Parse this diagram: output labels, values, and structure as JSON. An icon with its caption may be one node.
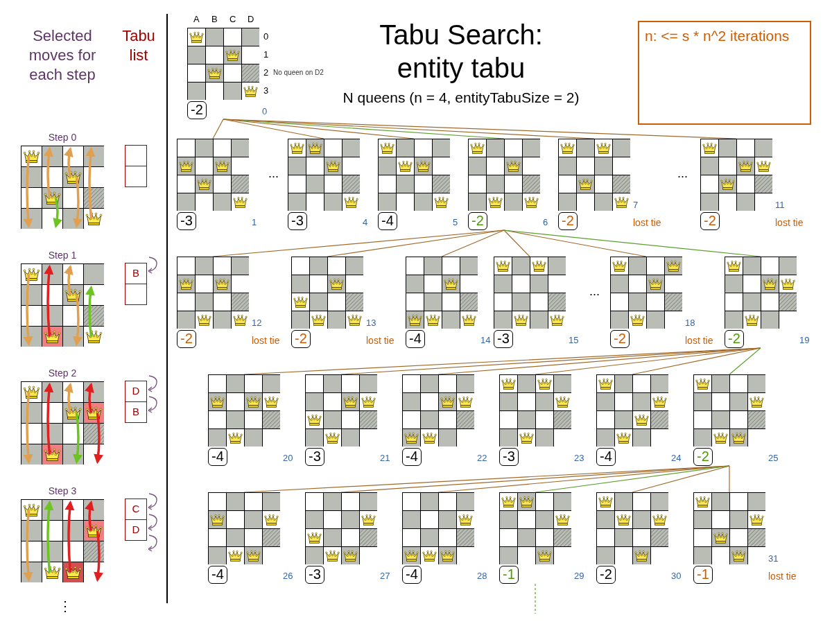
{
  "diagram": {
    "title": "Tabu Search: entity tabu",
    "caption": "N queens (n = 4, entityTabuSize = 2)",
    "nodes": [
      {
        "text": [
          "Step 0"
        ]
      },
      {
        "text": [],
        "shape": "box"
      },
      {
        "text": [],
        "shape": "box"
      },
      {
        "text": [
          "Step 1"
        ]
      },
      {
        "text": [
          "B"
        ]
      },
      {
        "text": [],
        "shape": "box"
      },
      {
        "text": [
          "Step 2"
        ]
      },
      {
        "text": [
          "D"
        ]
      },
      {
        "text": [
          "B"
        ]
      },
      {
        "text": [
          "Step 3"
        ]
      },
      {
        "text": [
          "C"
        ]
      },
      {
        "text": [
          "D"
        ]
      },
      {
        "text": [
          "-2"
        ],
        "beside": [
          "0"
        ]
      },
      {
        "text": [
          "n: <= s * n^2 iterations"
        ]
      },
      {
        "text": [
          "-3"
        ],
        "beside": [
          "1"
        ]
      },
      {
        "text": [
          "-3"
        ],
        "beside": [
          "4"
        ]
      },
      {
        "text": [
          "-4"
        ],
        "beside": [
          "5"
        ]
      },
      {
        "text": [
          "-2"
        ],
        "beside": [
          "6"
        ]
      },
      {
        "text": [
          "-2"
        ],
        "beside": [
          "lost tie",
          "7"
        ]
      },
      {
        "text": [
          "-2"
        ],
        "beside": [
          "lost tie",
          "11"
        ]
      },
      {
        "text": [
          "-2"
        ],
        "beside": [
          "lost tie",
          "12"
        ]
      },
      {
        "text": [
          "-2"
        ],
        "beside": [
          "lost tie",
          "13"
        ]
      },
      {
        "text": [
          "-4"
        ],
        "beside": [
          "14"
        ]
      },
      {
        "text": [
          "-3"
        ],
        "beside": [
          "15"
        ]
      },
      {
        "text": [
          "-2"
        ],
        "beside": [
          "lost tie",
          "18"
        ]
      },
      {
        "text": [
          "-2"
        ],
        "beside": [
          "19"
        ]
      },
      {
        "text": [
          "-4"
        ],
        "beside": [
          "20"
        ]
      },
      {
        "text": [
          "-3"
        ],
        "beside": [
          "21"
        ]
      },
      {
        "text": [
          "-4"
        ],
        "beside": [
          "22"
        ]
      },
      {
        "text": [
          "-3"
        ],
        "beside": [
          "23"
        ]
      },
      {
        "text": [
          "-4"
        ],
        "beside": [
          "24"
        ]
      },
      {
        "text": [
          "-2"
        ],
        "beside": [
          "25"
        ]
      },
      {
        "text": [
          "-4"
        ],
        "beside": [
          "26"
        ]
      },
      {
        "text": [
          "-3"
        ],
        "beside": [
          "27"
        ]
      },
      {
        "text": [
          "-4"
        ],
        "beside": [
          "28"
        ]
      },
      {
        "text": [
          "-1"
        ],
        "beside": [
          "29"
        ]
      },
      {
        "text": [
          "-2"
        ],
        "beside": [
          "30"
        ]
      },
      {
        "text": [
          "-1"
        ],
        "beside": [
          "lost tie",
          "31"
        ]
      }
    ],
    "edges": [
      {
        "from": 12,
        "to": 14,
        "arrow": "none"
      },
      {
        "from": 12,
        "to": 15,
        "arrow": "none"
      },
      {
        "from": 12,
        "to": 16,
        "arrow": "none"
      },
      {
        "from": 12,
        "to": 17,
        "arrow": "none",
        "color": "#5aa02c"
      },
      {
        "from": 12,
        "to": 18,
        "arrow": "none"
      },
      {
        "from": 12,
        "to": 19,
        "arrow": "none"
      },
      {
        "from": 17,
        "to": 20,
        "arrow": "none"
      },
      {
        "from": 17,
        "to": 21,
        "arrow": "none"
      },
      {
        "from": 17,
        "to": 22,
        "arrow": "none"
      },
      {
        "from": 17,
        "to": 23,
        "arrow": "none"
      },
      {
        "from": 17,
        "to": 24,
        "arrow": "none"
      },
      {
        "from": 17,
        "to": 25,
        "arrow": "none",
        "color": "#5aa02c"
      },
      {
        "from": 25,
        "to": 26,
        "arrow": "none"
      },
      {
        "from": 25,
        "to": 27,
        "arrow": "none"
      },
      {
        "from": 25,
        "to": 28,
        "arrow": "none"
      },
      {
        "from": 25,
        "to": 29,
        "arrow": "none"
      },
      {
        "from": 25,
        "to": 30,
        "arrow": "none"
      },
      {
        "from": 25,
        "to": 31,
        "arrow": "none",
        "color": "#5aa02c"
      },
      {
        "from": 31,
        "to": 32,
        "arrow": "none"
      },
      {
        "from": 31,
        "to": 33,
        "arrow": "none"
      },
      {
        "from": 31,
        "to": 34,
        "arrow": "none"
      },
      {
        "from": 31,
        "to": 35,
        "arrow": "none",
        "color": "#5aa02c"
      },
      {
        "from": 31,
        "to": 36,
        "arrow": "none"
      },
      {
        "from": 31,
        "to": 37,
        "arrow": "none"
      },
      {
        "from": 35,
        "to": null,
        "arrow": "none",
        "style": "dashed",
        "color": "#5aa02c"
      }
    ],
    "labels": [
      "Selected moves for each step",
      "Tabu list",
      "A",
      "B",
      "C",
      "D",
      "0",
      "1",
      "2",
      "3",
      "No queen on D2",
      "...",
      "...",
      "...",
      "⋮"
    ]
  }
}
